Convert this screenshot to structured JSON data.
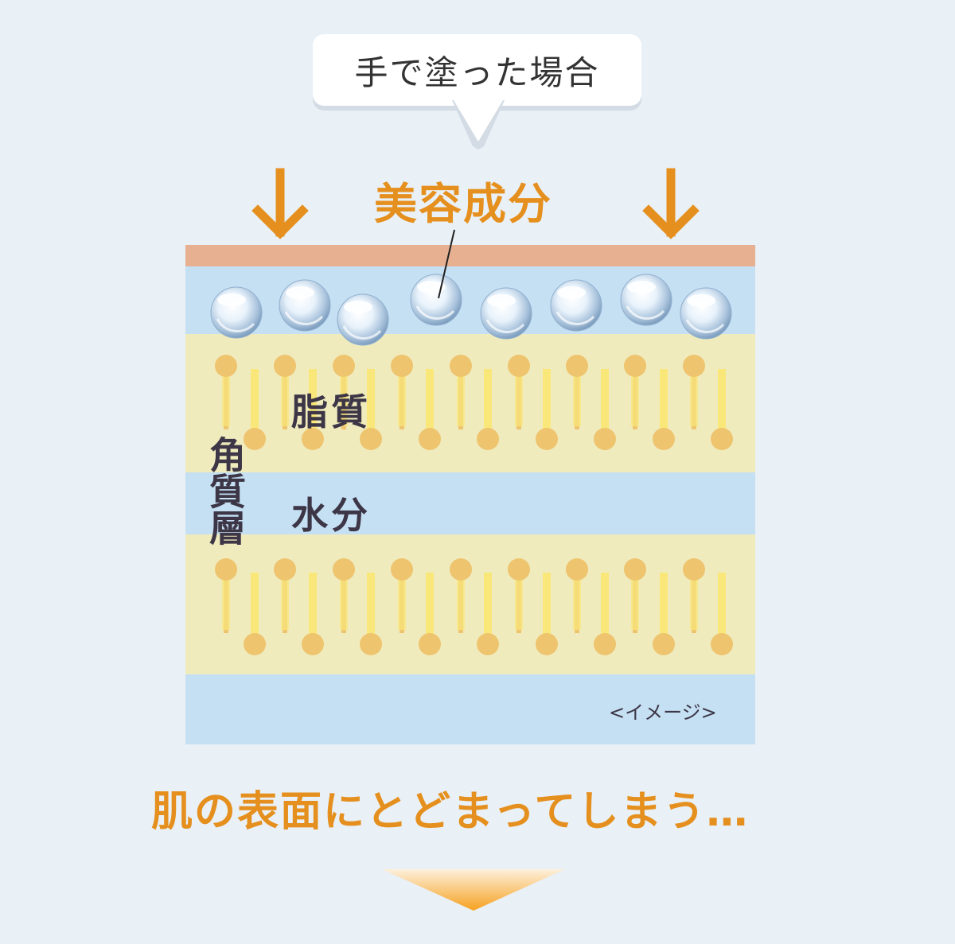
{
  "speech_bubble": {
    "text": "手で塗った場合"
  },
  "labels": {
    "ingredient": "美容成分",
    "lipid": "脂質",
    "water": "水分",
    "stratum": "角質層",
    "image_note": "<イメージ>",
    "result": "肌の表面にとどまってしまう…"
  },
  "colors": {
    "background": "#e9f0f6",
    "accent_orange": "#e5901e",
    "skin_surface": "#e7b091",
    "water_layer": "#c5dff3",
    "lipid_layer": "#f0ebbd",
    "lipid_head": "#eec46e",
    "lipid_tail_light": "#f9e77a"
  },
  "icons": {
    "down_arrows": "arrow-down-icon",
    "droplets": "droplet-icon",
    "bottom": "chevron-down-icon"
  }
}
